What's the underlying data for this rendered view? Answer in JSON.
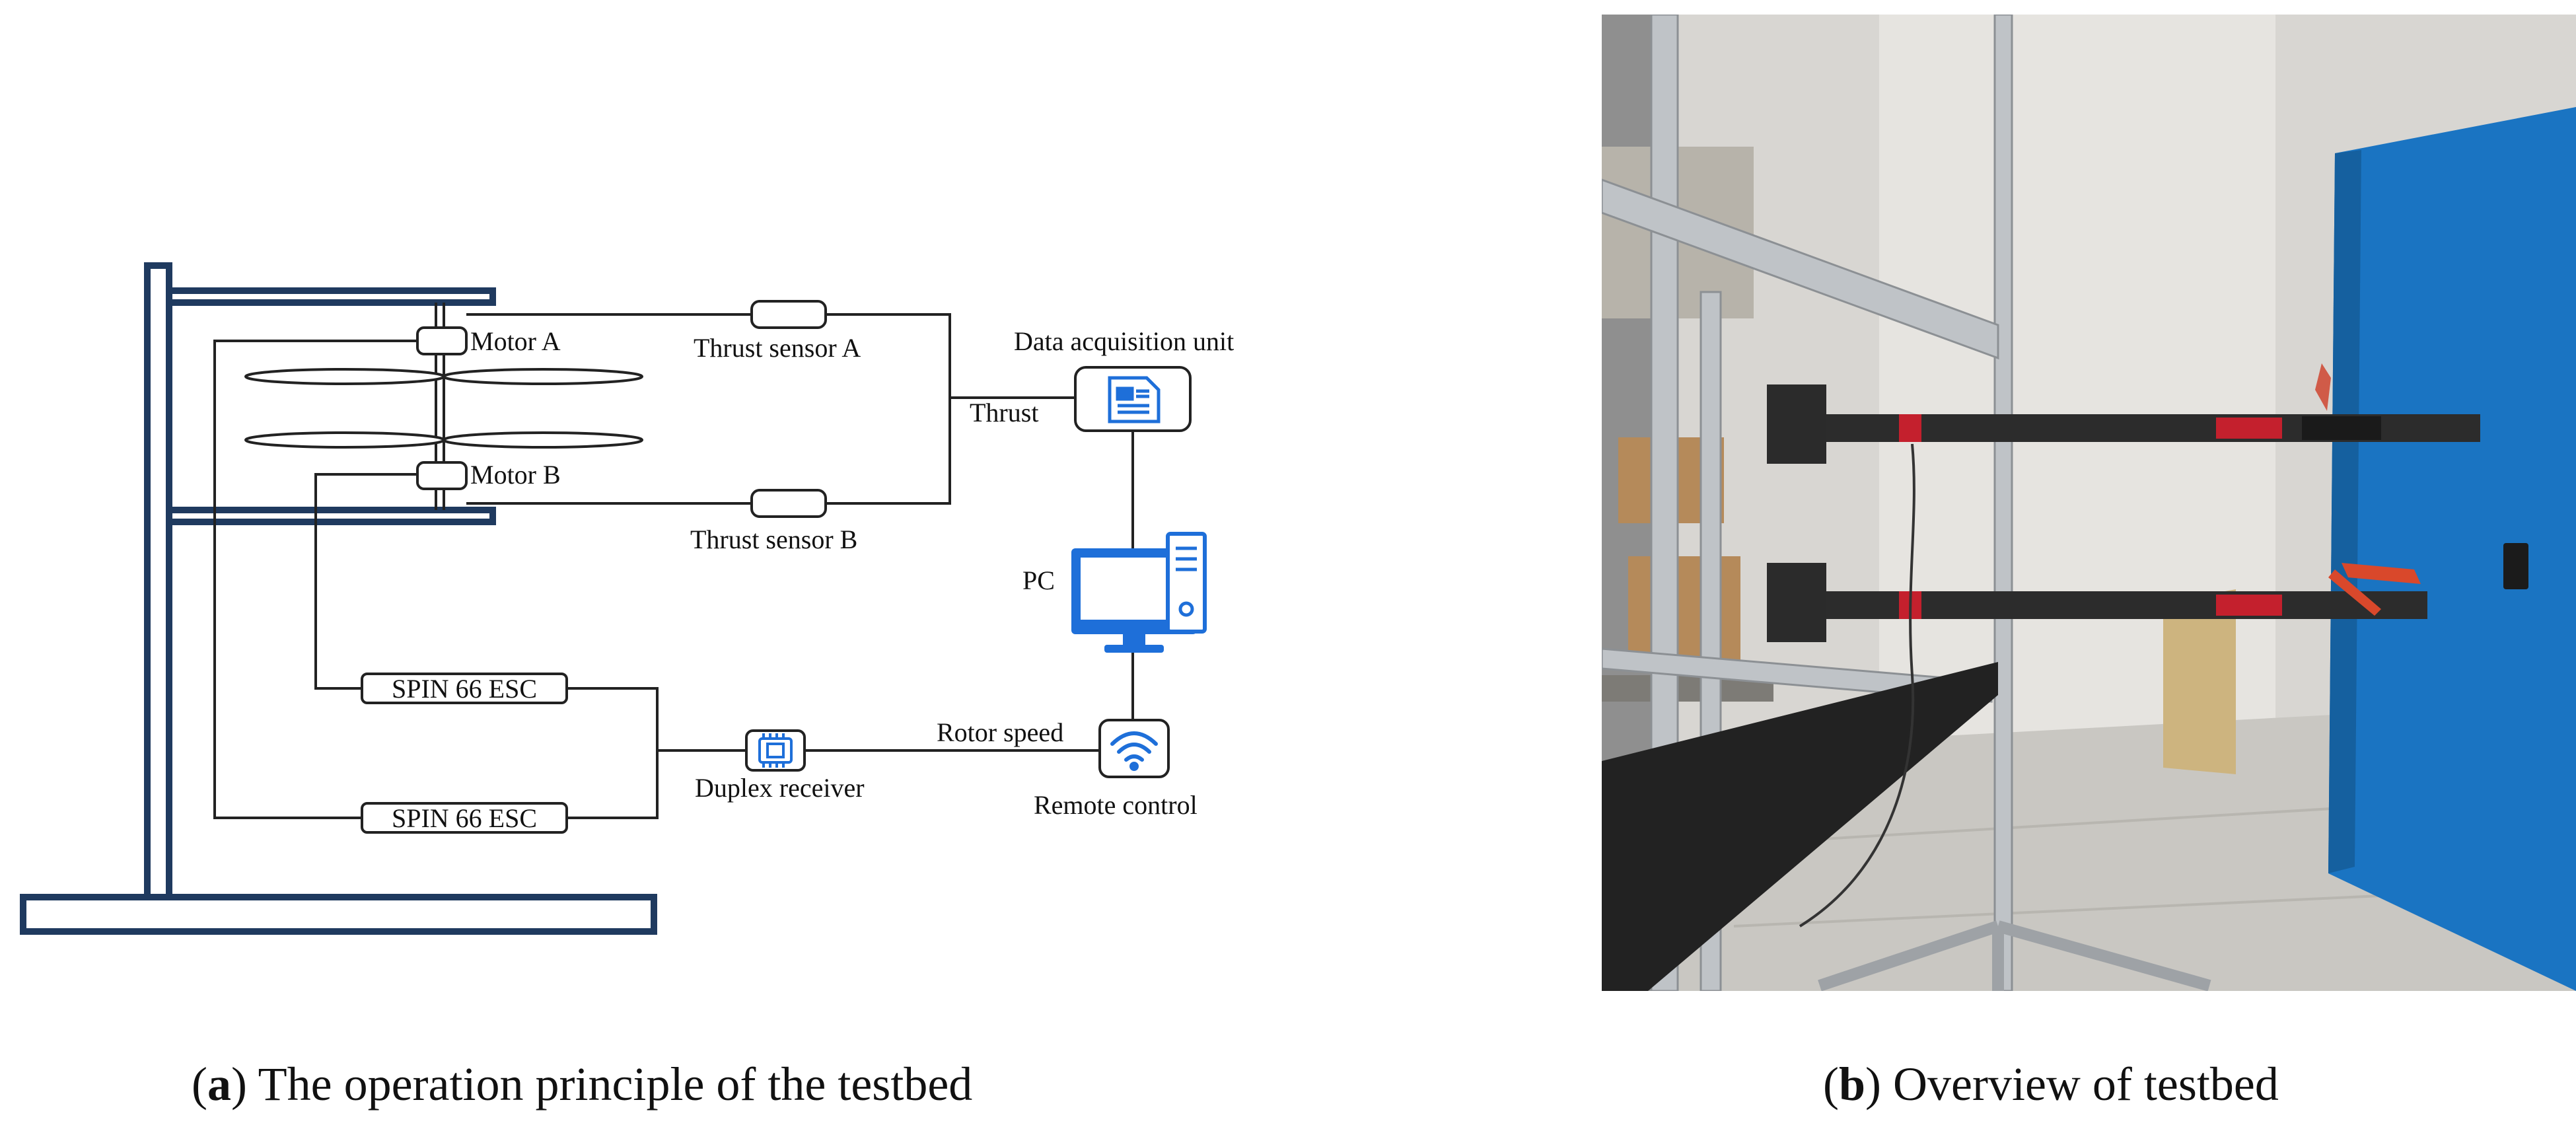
{
  "diagram": {
    "labels": {
      "motor_a": "Motor A",
      "motor_b": "Motor B",
      "thrust_sensor_a": "Thrust sensor A",
      "thrust_sensor_b": "Thrust sensor B",
      "data_acquisition_unit": "Data acquisition unit",
      "thrust": "Thrust",
      "pc": "PC",
      "esc_top": "SPIN 66 ESC",
      "esc_bottom": "SPIN 66 ESC",
      "duplex_receiver": "Duplex receiver",
      "rotor_speed": "Rotor speed",
      "remote_control": "Remote control"
    },
    "colors": {
      "frame": "#1f3a5f",
      "wire": "#222222",
      "icon_blue": "#1e6fd9"
    }
  },
  "captions": {
    "a_letter": "a",
    "a_text": ") The operation principle of the testbed",
    "b_letter": "b",
    "b_text": ") Overview of testbed"
  }
}
